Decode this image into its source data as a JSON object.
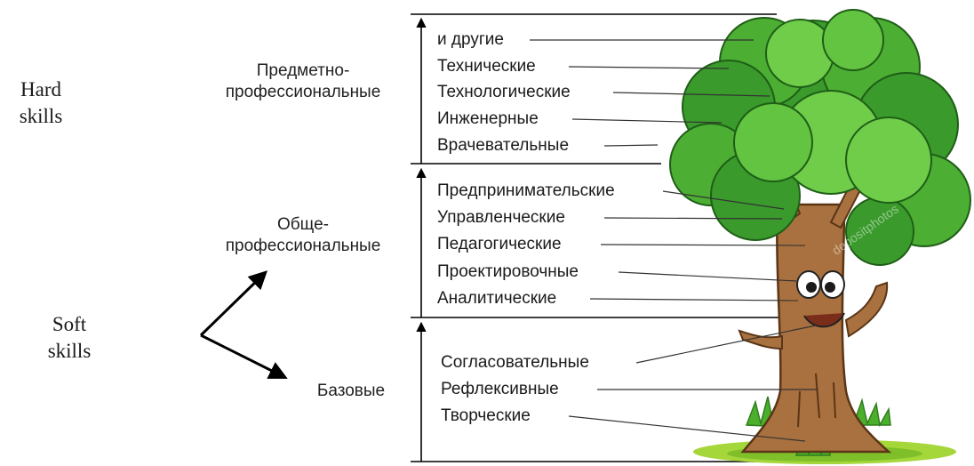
{
  "hard_skills": [
    "Hard",
    "skills"
  ],
  "soft_skills": [
    "Soft",
    "skills"
  ],
  "categories": {
    "subject": [
      "Предметно-",
      "профессиональные"
    ],
    "general": [
      "Обще-",
      "профессиональные"
    ],
    "basic": "Базовые"
  },
  "subject_items": [
    "и другие",
    "Технические",
    "Технологические",
    "Инженерные",
    "Врачевательные"
  ],
  "general_items": [
    "Предпринимательские",
    "Управленческие",
    "Педагогические",
    "Проектировочные",
    "Аналитические"
  ],
  "basic_items": [
    "Согласовательные",
    "Рефлексивные",
    "Творческие"
  ],
  "watermark": "depositphotos",
  "colors": {
    "foliage_dark": "#3a9a2c",
    "foliage_light": "#6fcd4a",
    "trunk": "#a9713f",
    "trunk_dark": "#7a4d26",
    "grass": "#a5d63a"
  }
}
